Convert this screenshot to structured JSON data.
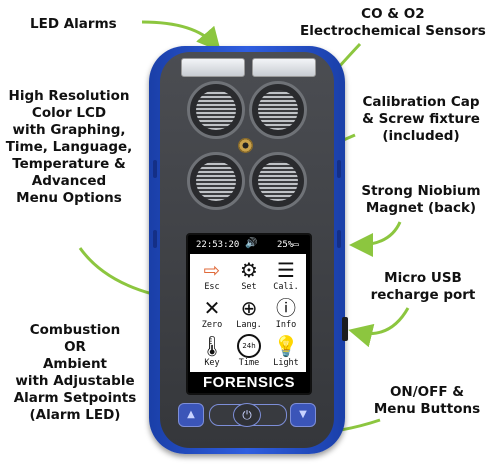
{
  "labels": {
    "led_alarms": "LED Alarms",
    "sensors": [
      "CO & O2",
      "Electrochemical Sensors"
    ],
    "lcd": [
      "High Resolution",
      "Color LCD",
      "with Graphing,",
      "Time, Language,",
      "Temperature &",
      "Advanced",
      "Menu Options"
    ],
    "calibration": [
      "Calibration Cap",
      "& Screw fixture",
      "(included)"
    ],
    "magnet": [
      "Strong Niobium",
      "Magnet (back)"
    ],
    "usb": [
      "Micro USB",
      "recharge port"
    ],
    "combustion": [
      "Combustion",
      "OR",
      "Ambient",
      "with Adjustable",
      "Alarm Setpoints",
      "(Alarm LED)"
    ],
    "onoff": [
      "ON/OFF &",
      "Menu Buttons"
    ]
  },
  "screen": {
    "time": "22:53:20",
    "battery": "25%",
    "menu": [
      {
        "label": "Esc",
        "icon": "exit-icon"
      },
      {
        "label": "Set",
        "icon": "gears-icon"
      },
      {
        "label": "Cali.",
        "icon": "list-icon"
      },
      {
        "label": "Zero",
        "icon": "tools-icon"
      },
      {
        "label": "Lang.",
        "icon": "globe-icon"
      },
      {
        "label": "Info",
        "icon": "info-icon"
      },
      {
        "label": "Key",
        "icon": "thermometer-icon"
      },
      {
        "label": "Time",
        "icon": "clock-icon"
      },
      {
        "label": "Light",
        "icon": "bulb-icon"
      }
    ],
    "brand": "FORENSICS",
    "clock_badge": "24h"
  },
  "colors": {
    "arrow": "#8cc63f",
    "housing": "#2f5ee0",
    "face": "#3f4145"
  }
}
